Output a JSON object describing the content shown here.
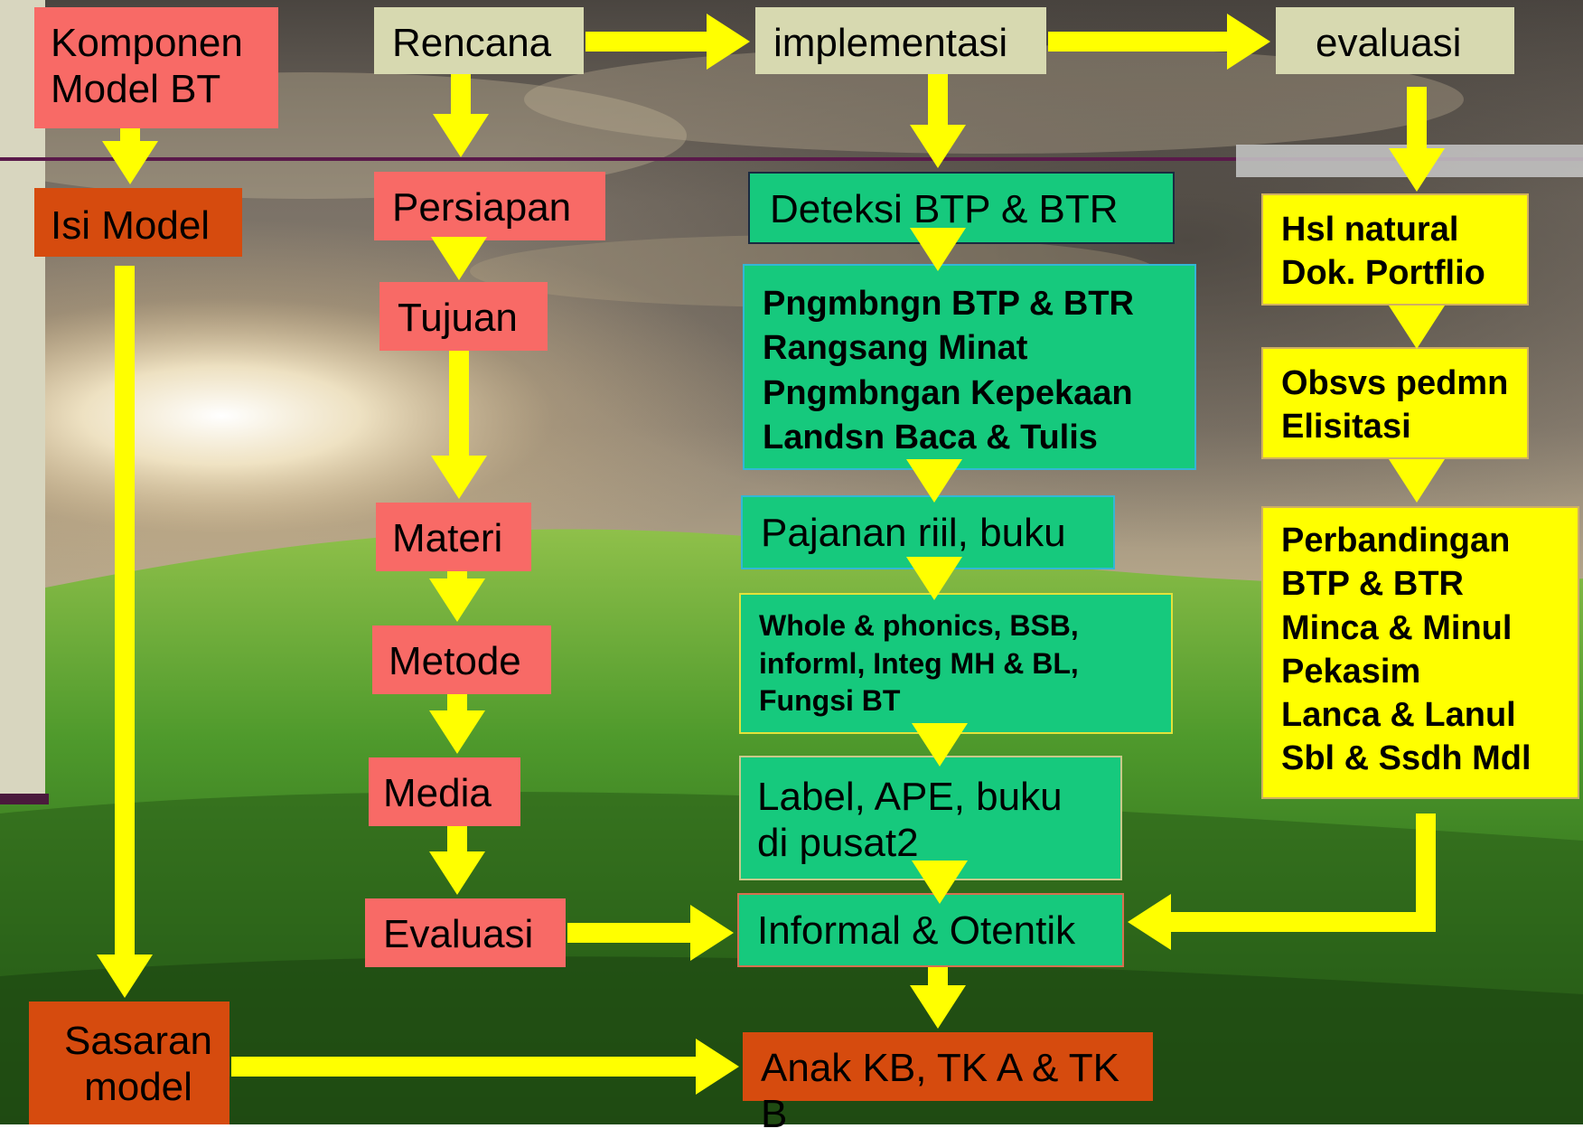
{
  "header": {
    "komponen": "Komponen\nModel BT",
    "rencana": "Rencana",
    "implementasi": "implementasi",
    "evaluasi": "evaluasi"
  },
  "left": {
    "isi_model": "Isi Model",
    "sasaran": "Sasaran\nmodel"
  },
  "plan": {
    "persiapan": "Persiapan",
    "tujuan": "Tujuan",
    "materi": "Materi",
    "metode": "Metode",
    "media": "Media",
    "evaluasi": "Evaluasi"
  },
  "impl": {
    "deteksi": "Deteksi BTP & BTR",
    "pengembangan": "Pngmbngn BTP & BTR\nRangsang Minat\nPngmbngan Kepekaan\nLandsn Baca & Tulis",
    "pajanan": "Pajanan riil, buku",
    "whole": "Whole & phonics, BSB,\ninforml, Integ MH & BL,\nFungsi BT",
    "label": "Label, APE, buku\ndi pusat2",
    "informal": "Informal & Otentik",
    "anak": "Anak KB, TK A & TK B"
  },
  "eval": {
    "hsl": "Hsl natural\nDok. Portflio",
    "obsvs": "Obsvs pedmn\nElisitasi",
    "perbandingan": "Perbandingan\nBTP & BTR\nMinca & Minul\nPekasim\nLanca & Lanul\nSbl & Ssdh Mdl"
  },
  "colors": {
    "salmon": "#f86a66",
    "rust": "#d64b0e",
    "beige": "#d7d9b0",
    "green": "#16c97d",
    "yellow": "#ffff00",
    "arrow": "#ffff00",
    "divider": "#5a1a4a"
  }
}
